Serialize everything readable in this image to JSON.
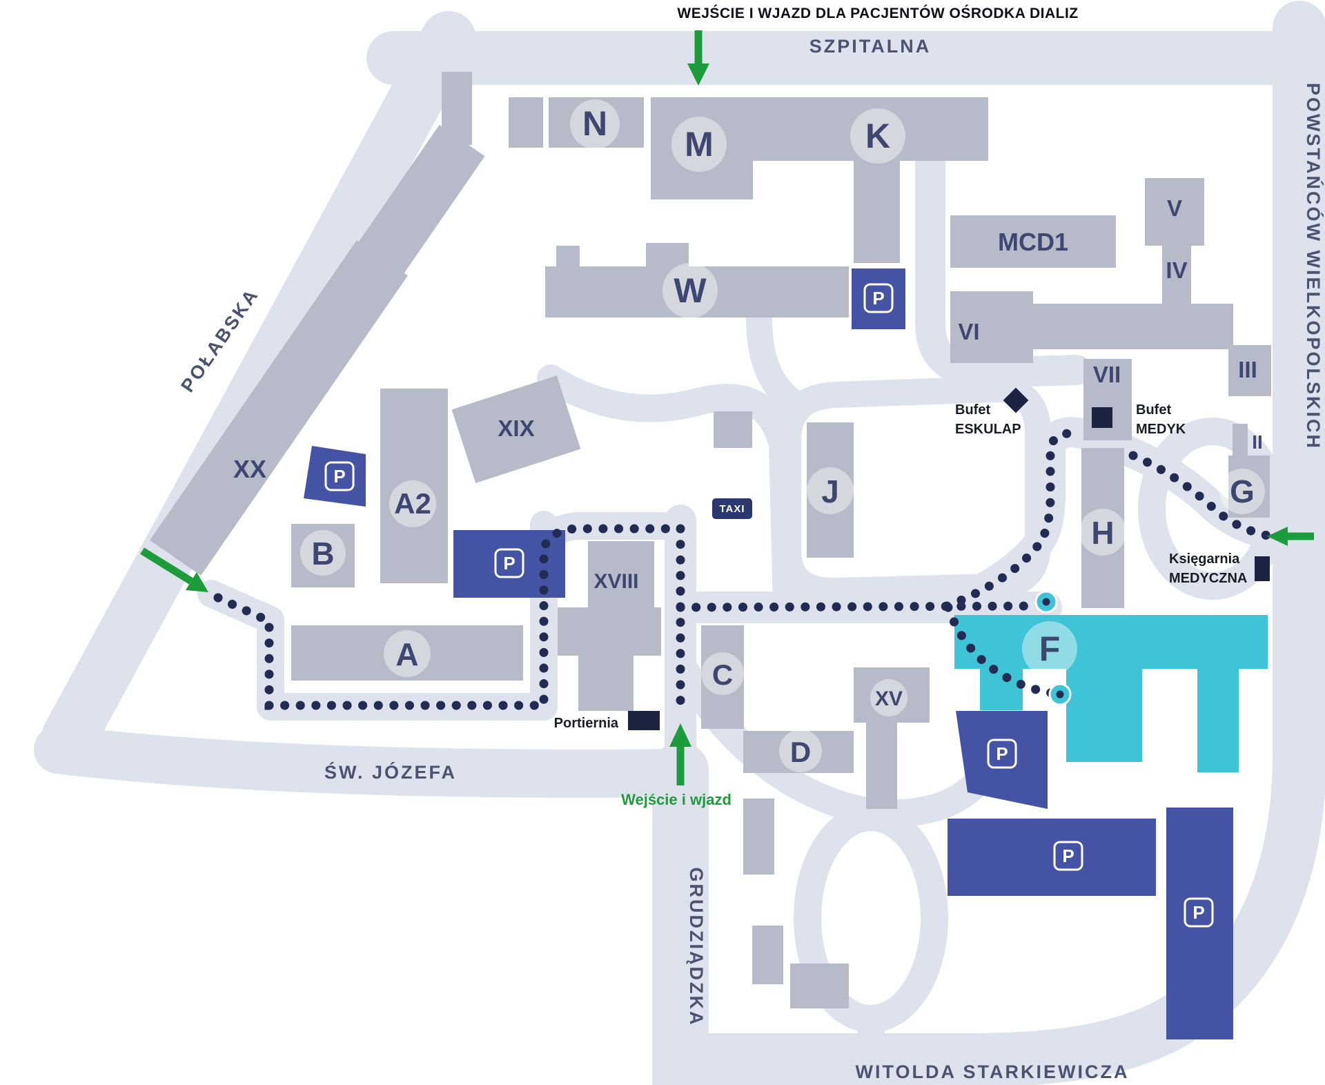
{
  "map": {
    "streets": {
      "top": "SZPITALNA",
      "right": "POWSTAŃCÓW WIELKOPOLSKICH",
      "left": "POŁABSKA",
      "bottom_left": "ŚW. JÓZEFA",
      "middle_vertical": "GRUDZIĄDZKA",
      "bottom": "WITOLDA STARKIEWICZA"
    },
    "entrances": {
      "dialysis": "WEJŚCIE I WJAZD DLA PACJENTÓW OŚRODKA DIALIZ",
      "south": "Wejście i wjazd"
    },
    "buildings": {
      "N": "N",
      "M": "M",
      "K": "K",
      "W": "W",
      "MCD1": "MCD1",
      "V": "V",
      "IV": "IV",
      "VI": "VI",
      "VII": "VII",
      "III": "III",
      "II": "II",
      "G": "G",
      "H": "H",
      "J": "J",
      "XIX": "XIX",
      "XX": "XX",
      "A2": "A2",
      "B": "B",
      "A": "A",
      "XVIII": "XVIII",
      "C": "C",
      "D": "D",
      "XV": "XV",
      "F": "F"
    },
    "pois": {
      "taxi": "TAXI",
      "parking": "P",
      "bufet_eskulap_line1": "Bufet",
      "bufet_eskulap_line2": "ESKULAP",
      "bufet_medyk_line1": "Bufet",
      "bufet_medyk_line2": "MEDYK",
      "ksiegarnia_line1": "Księgarnia",
      "ksiegarnia_line2": "MEDYCZNA",
      "portiernia": "Portiernia"
    },
    "colors": {
      "road": "#dee2ed",
      "building": "#b7bbc9",
      "parking_blue": "#4553a4",
      "building_f_teal": "#3fc3d6",
      "route_dots": "#222b52",
      "entrance_green": "#1d9c3c",
      "building_label": "#3d4770"
    }
  }
}
